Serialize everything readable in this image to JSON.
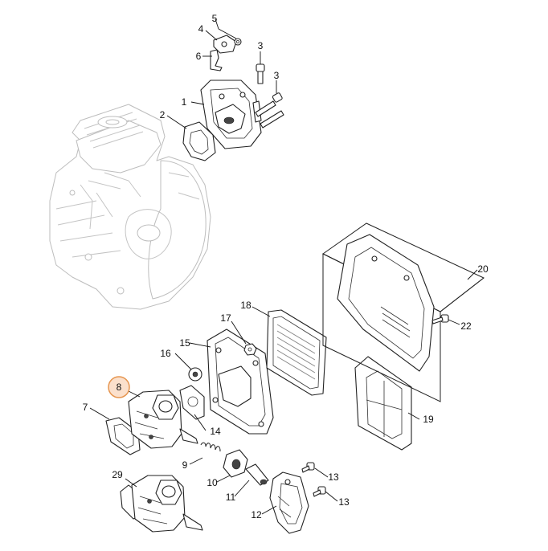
{
  "diagram": {
    "callouts": [
      {
        "id": "1",
        "label": "1"
      },
      {
        "id": "2",
        "label": "2"
      },
      {
        "id": "3a",
        "label": "3"
      },
      {
        "id": "3b",
        "label": "3"
      },
      {
        "id": "4",
        "label": "4"
      },
      {
        "id": "5",
        "label": "5"
      },
      {
        "id": "6",
        "label": "6"
      },
      {
        "id": "7",
        "label": "7"
      },
      {
        "id": "8",
        "label": "8"
      },
      {
        "id": "9",
        "label": "9"
      },
      {
        "id": "10",
        "label": "10"
      },
      {
        "id": "11",
        "label": "11"
      },
      {
        "id": "12",
        "label": "12"
      },
      {
        "id": "13a",
        "label": "13"
      },
      {
        "id": "13b",
        "label": "13"
      },
      {
        "id": "14",
        "label": "14"
      },
      {
        "id": "15",
        "label": "15"
      },
      {
        "id": "16",
        "label": "16"
      },
      {
        "id": "17",
        "label": "17"
      },
      {
        "id": "18",
        "label": "18"
      },
      {
        "id": "19",
        "label": "19"
      },
      {
        "id": "20",
        "label": "20"
      },
      {
        "id": "22",
        "label": "22"
      },
      {
        "id": "29",
        "label": "29"
      }
    ],
    "highlighted_callout": "8",
    "colors": {
      "highlight_fill": "#fbe0cc",
      "highlight_stroke": "#e6954f",
      "line": "#222222",
      "ghost": "#bdbdbd"
    }
  }
}
